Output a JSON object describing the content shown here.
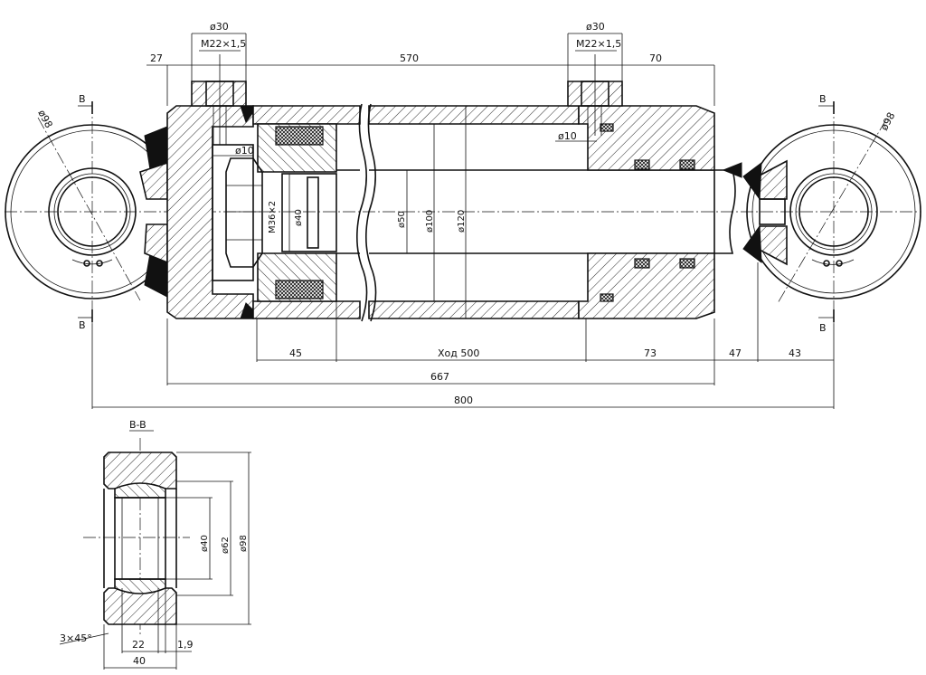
{
  "dimensions": {
    "d30_left": "ø30",
    "thread_left": "M22×1,5",
    "d30_right": "ø30",
    "thread_right": "M22×1,5",
    "len_27": "27",
    "len_570": "570",
    "len_70": "70",
    "d98_left": "ø98",
    "d98_right": "ø98",
    "d10_left": "ø10",
    "d10_right": "ø10",
    "m36": "M36×2",
    "d40_rod": "ø40",
    "d50": "ø50",
    "d100": "ø100",
    "d120": "ø120",
    "len_45": "45",
    "stroke": "Ход 500",
    "len_73": "73",
    "len_47": "47",
    "len_43": "43",
    "len_667": "667",
    "len_800": "800"
  },
  "section_marks": {
    "top_left": "B",
    "bottom_left": "B",
    "top_right": "B",
    "bottom_right": "B"
  },
  "section_view": {
    "title": "B-B",
    "d40": "ø40",
    "d62": "ø62",
    "d98": "ø98",
    "chamfer": "3×45°",
    "w22": "22",
    "w19": "1,9",
    "w40": "40"
  }
}
